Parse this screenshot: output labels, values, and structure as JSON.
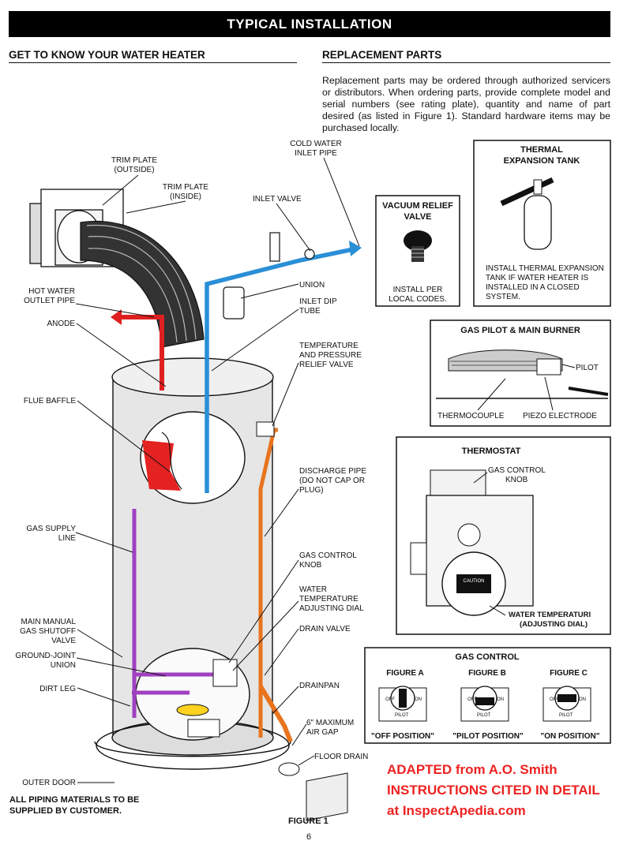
{
  "header": {
    "title": "TYPICAL INSTALLATION"
  },
  "sections": {
    "left": "GET TO KNOW YOUR WATER HEATER",
    "right": "REPLACEMENT PARTS"
  },
  "intro_text": "Replacement parts may be ordered through authorized servicers or distributors.  When ordering parts, provide complete model and serial numbers (see rating plate), quantity and name of part desired (as listed in Figure 1).  Standard hardware items may be purchased locally.",
  "labels": {
    "trim_outside": [
      "TRIM PLATE",
      "(OUTSIDE)"
    ],
    "trim_inside": [
      "TRIM PLATE",
      "(INSIDE)"
    ],
    "cold_inlet": [
      "COLD WATER",
      "INLET PIPE"
    ],
    "inlet_valve": "INLET VALVE",
    "hot_outlet": [
      "HOT WATER",
      "OUTLET PIPE"
    ],
    "union": "UNION",
    "inlet_dip": [
      "INLET DIP",
      "TUBE"
    ],
    "anode": "ANODE",
    "tp_valve": [
      "TEMPERATURE",
      "AND PRESSURE",
      "RELIEF VALVE"
    ],
    "flue_baffle": "FLUE BAFFLE",
    "discharge": [
      "DISCHARGE PIPE",
      "(DO NOT CAP OR",
      "PLUG)"
    ],
    "gas_supply": [
      "GAS SUPPLY",
      "LINE"
    ],
    "gas_knob": [
      "GAS CONTROL",
      "KNOB"
    ],
    "water_dial": [
      "WATER",
      "TEMPERATURE",
      "ADJUSTING DIAL"
    ],
    "main_shutoff": [
      "MAIN MANUAL",
      "GAS SHUTOFF",
      "VALVE"
    ],
    "drain_valve": "DRAIN VALVE",
    "ground_union": [
      "GROUND-JOINT",
      "UNION"
    ],
    "dirt_leg": "DIRT LEG",
    "drainpan": "DRAINPAN",
    "air_gap": [
      "6\" MAXIMUM",
      "AIR GAP"
    ],
    "floor_drain": "FLOOR DRAIN",
    "outer_door": "OUTER DOOR"
  },
  "boxes": {
    "vacuum": {
      "title": [
        "VACUUM RELIEF",
        "VALVE"
      ],
      "note": [
        "INSTALL PER",
        "LOCAL CODES."
      ]
    },
    "expansion": {
      "title": [
        "THERMAL",
        "EXPANSION TANK"
      ],
      "note": [
        "INSTALL THERMAL EXPANSION",
        "TANK IF WATER HEATER IS",
        "INSTALLED IN A CLOSED",
        "SYSTEM."
      ]
    },
    "pilot": {
      "title": "GAS PILOT & MAIN BURNER",
      "pilot": "PILOT",
      "thermocouple": "THERMOCOUPLE",
      "piezo": "PIEZO ELECTRODE"
    },
    "thermostat": {
      "title": "THERMOSTAT",
      "knob": [
        "GAS CONTROL",
        "KNOB"
      ],
      "dial": [
        "WATER TEMPERATURI",
        "(ADJUSTING DIAL)"
      ],
      "caution": "CAUTION"
    },
    "gas_control": {
      "title": "GAS CONTROL",
      "figures": [
        {
          "name": "FIGURE A",
          "caption": "\"OFF POSITION\""
        },
        {
          "name": "FIGURE B",
          "caption": "\"PILOT POSITION\""
        },
        {
          "name": "FIGURE C",
          "caption": "\"ON POSITION\""
        }
      ],
      "knob_text": {
        "off": "OFF",
        "pilot": "PILOT",
        "on": "ON"
      }
    }
  },
  "credit": [
    "ADAPTED from A.O. Smith",
    "INSTRUCTIONS CITED IN DETAIL",
    "at InspectApedia.com"
  ],
  "footer": "ALL PIPING MATERIALS TO BE SUPPLIED BY CUSTOMER.",
  "figure_label": "FIGURE 1",
  "page_number": "6",
  "colors": {
    "hot_pipe": "#e02020",
    "cold_pipe": "#2a8fd6",
    "relief_pipe": "#e8741e",
    "gas_pipe": "#a040c0",
    "credit": "#e22222"
  }
}
